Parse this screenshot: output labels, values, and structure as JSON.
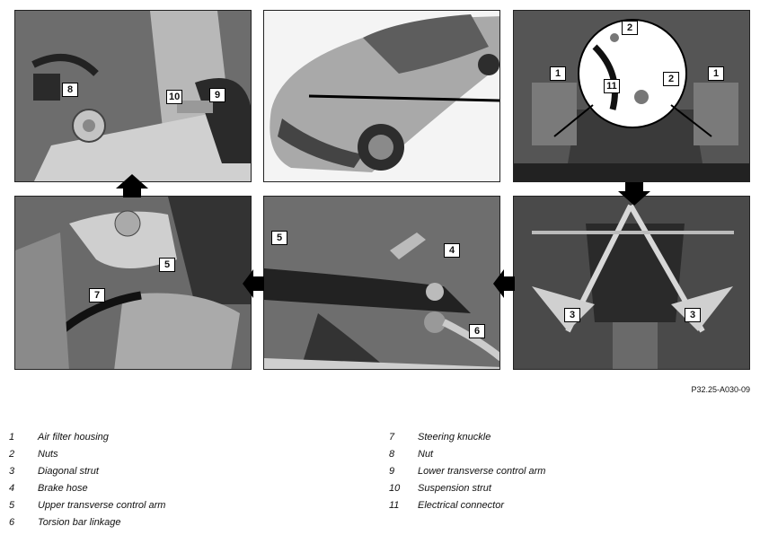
{
  "figure_ref": "P32.25-A030-09",
  "callouts": {
    "p1": [
      "8",
      "10",
      "9"
    ],
    "p3": [
      "2",
      "1",
      "11",
      "2",
      "1"
    ],
    "p4": [
      "5",
      "7"
    ],
    "p5": [
      "5",
      "4",
      "6"
    ],
    "p6": [
      "3",
      "3"
    ]
  },
  "legend_left": [
    {
      "num": "1",
      "text": "Air filter housing"
    },
    {
      "num": "2",
      "text": "Nuts"
    },
    {
      "num": "3",
      "text": "Diagonal strut"
    },
    {
      "num": "4",
      "text": "Brake hose"
    },
    {
      "num": "5",
      "text": "Upper transverse control arm"
    },
    {
      "num": "6",
      "text": "Torsion bar linkage"
    }
  ],
  "legend_right": [
    {
      "num": "7",
      "text": "Steering knuckle"
    },
    {
      "num": "8",
      "text": "Nut"
    },
    {
      "num": "9",
      "text": "Lower transverse control arm"
    },
    {
      "num": "10",
      "text": "Suspension strut"
    },
    {
      "num": "11",
      "text": "Electrical connector"
    }
  ]
}
